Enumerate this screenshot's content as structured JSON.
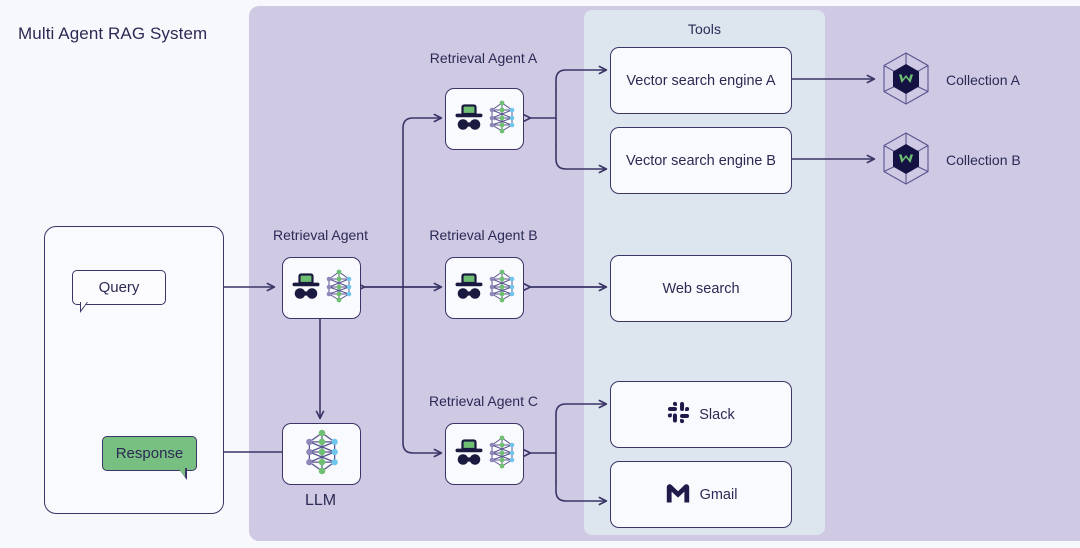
{
  "page": {
    "title": "Multi Agent RAG System",
    "background": "#F7F8FC"
  },
  "colors": {
    "panel_purple": "#CFC9E4",
    "tools_panel": "#DDE5EE",
    "stroke_navy": "#3A3566",
    "text_navy": "#2B2A55",
    "accent_green": "#78C081",
    "node_fill": "#F9FAFD",
    "node_blue": "#6EC6EC",
    "node_violet": "#8D86B8"
  },
  "tools_panel": {
    "title": "Tools"
  },
  "user_flow": {
    "query_label": "Query",
    "response_label": "Response"
  },
  "llm": {
    "label": "LLM",
    "icon": "neural-network-icon"
  },
  "agents": [
    {
      "id": "retrieval-agent",
      "label": "Retrieval Agent",
      "icon": "agent-detective-icon"
    },
    {
      "id": "retrieval-agent-a",
      "label": "Retrieval Agent A",
      "icon": "agent-detective-icon"
    },
    {
      "id": "retrieval-agent-b",
      "label": "Retrieval Agent B",
      "icon": "agent-detective-icon"
    },
    {
      "id": "retrieval-agent-c",
      "label": "Retrieval Agent C",
      "icon": "agent-detective-icon"
    }
  ],
  "tools": [
    {
      "id": "vector-search-engine-a",
      "label": "Vector search engine A",
      "icon": null
    },
    {
      "id": "vector-search-engine-b",
      "label": "Vector search engine B",
      "icon": null
    },
    {
      "id": "web-search",
      "label": "Web search",
      "icon": null
    },
    {
      "id": "slack",
      "label": "Slack",
      "icon": "slack-icon"
    },
    {
      "id": "gmail",
      "label": "Gmail",
      "icon": "gmail-icon"
    }
  ],
  "collections": [
    {
      "id": "collection-a",
      "label": "Collection A",
      "icon": "weaviate-cube-icon"
    },
    {
      "id": "collection-b",
      "label": "Collection B",
      "icon": "weaviate-cube-icon"
    }
  ]
}
